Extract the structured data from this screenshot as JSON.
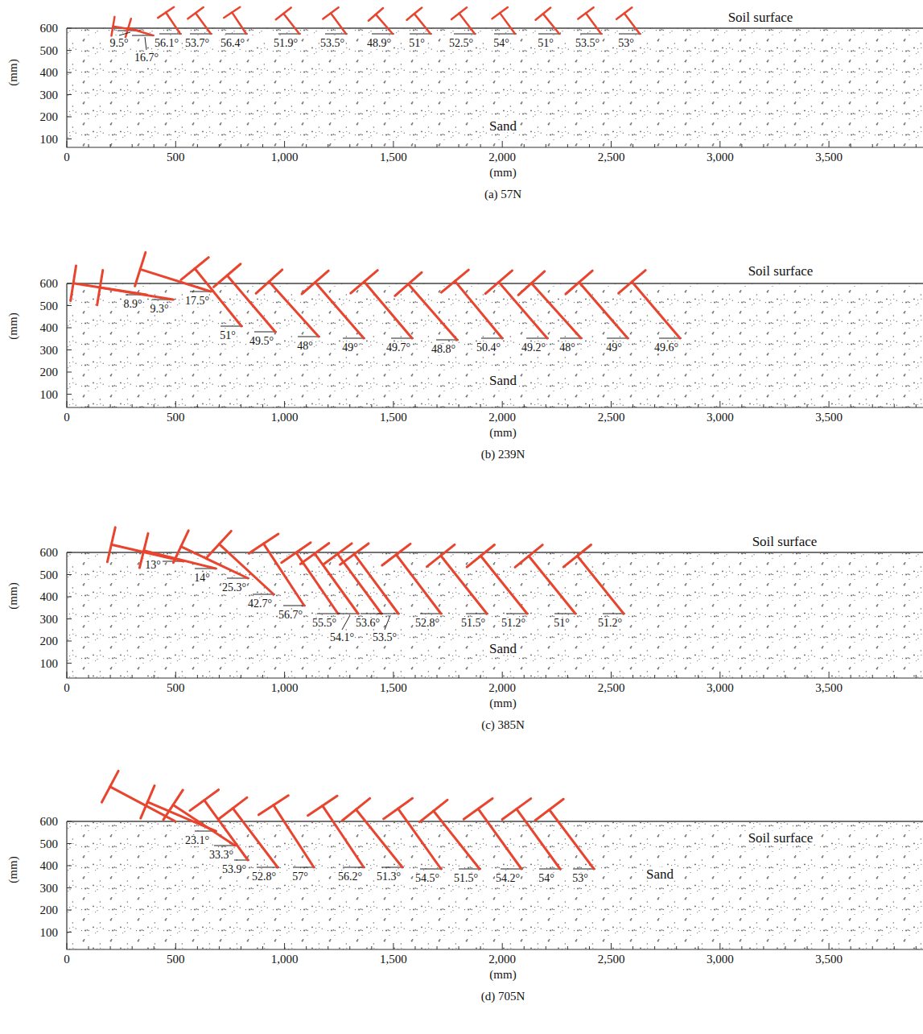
{
  "diagram": {
    "labels": [
      "Soil surface",
      "Sand",
      "(mm)",
      "600",
      "500",
      "400",
      "300",
      "200",
      "100",
      "0",
      "500",
      "1,000",
      "1,500",
      "2,000",
      "2,500",
      "3,000",
      "3,500",
      "(mm)",
      "9.5°",
      "16.7°",
      "56.1°",
      "53.7°",
      "56.4°",
      "51.9°",
      "53.5°",
      "48.9°",
      "51°",
      "52.5°",
      "54°",
      "51°",
      "53.5°",
      "53°",
      "(a) 57N",
      "Soil surface",
      "Sand",
      "(mm)",
      "600",
      "500",
      "400",
      "300",
      "200",
      "100",
      "0",
      "500",
      "1,000",
      "1,500",
      "2,000",
      "2,500",
      "3,000",
      "3,500",
      "(mm)",
      "8.9°",
      "9.3°",
      "17.5°",
      "51°",
      "49.5°",
      "48°",
      "49°",
      "49.7°",
      "48.8°",
      "50.4°",
      "49.2°",
      "48°",
      "49°",
      "49.6°",
      "(b) 239N",
      "Soil surface",
      "Sand",
      "(mm)",
      "600",
      "500",
      "400",
      "300",
      "200",
      "100",
      "0",
      "500",
      "1,000",
      "1,500",
      "2,000",
      "2,500",
      "3,000",
      "3,500",
      "(mm)",
      "13°",
      "14°",
      "25.3°",
      "42.7°",
      "56.7°",
      "55.5°",
      "54.1°",
      "53.6°",
      "53.5°",
      "52.8°",
      "51.5°",
      "51.2°",
      "51°",
      "51.2°",
      "(c) 385N",
      "Soil surface",
      "Sand",
      "(mm)",
      "600",
      "500",
      "400",
      "300",
      "200",
      "100",
      "0",
      "500",
      "1,000",
      "1,500",
      "2,000",
      "2,500",
      "3,000",
      "3,500",
      "(mm)",
      "23.1°",
      "33.3°",
      "53.9°",
      "52.8°",
      "57°",
      "56.2°",
      "51.3°",
      "54.5°",
      "51.5°",
      "54.2°",
      "54°",
      "53°",
      "(d) 705N"
    ]
  }
}
